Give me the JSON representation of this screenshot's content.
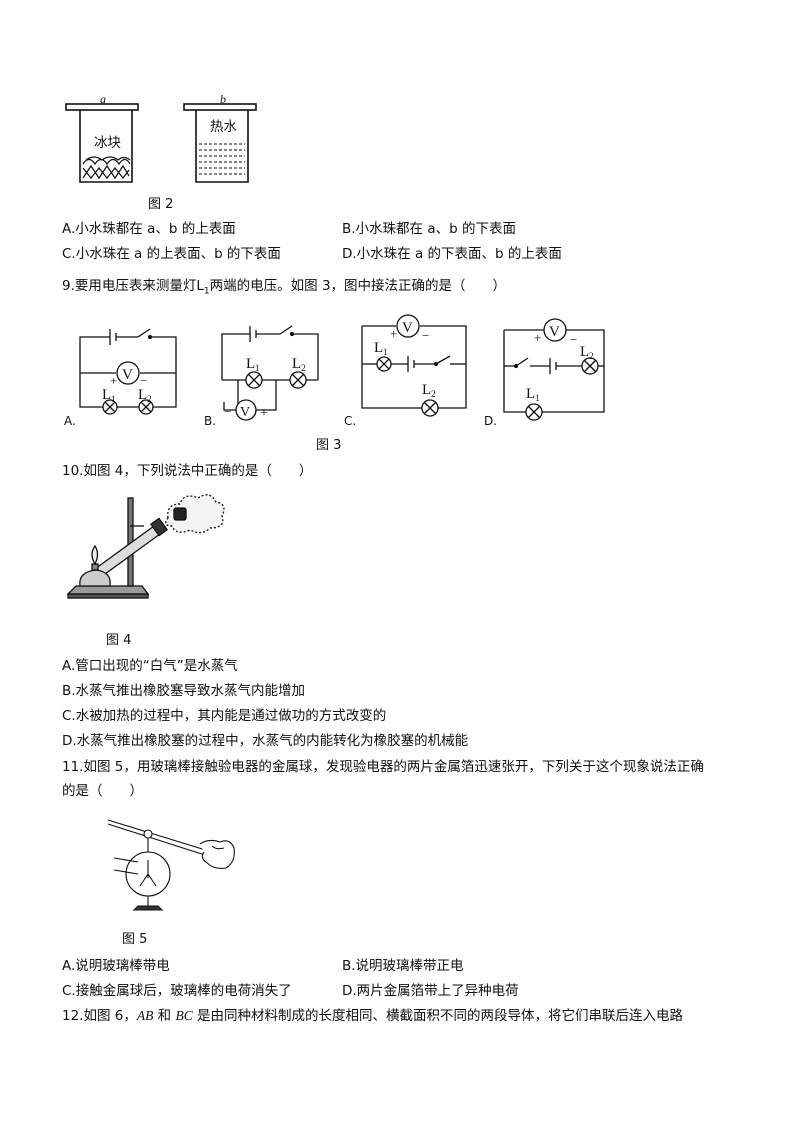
{
  "fig2": {
    "beaker_a_label": "a",
    "beaker_b_label": "b",
    "beaker_a_text": "冰块",
    "beaker_b_text": "热水",
    "caption": "图 2"
  },
  "q8": {
    "options": [
      "A.小水珠都在 a、b 的上表面",
      "B.小水珠都在 a、b 的下表面",
      "C.小水珠在 a 的上表面、b 的下表面",
      "D.小水珠在 a 的下表面、b 的上表面"
    ]
  },
  "q9": {
    "stem": "9.要用电压表来测量灯",
    "lamp": "L",
    "lamp_sub": "1",
    "stem_end": "两端的电压。如图 3，图中接法正确的是（　　）",
    "option_letters": [
      "A.",
      "B.",
      "C.",
      "D."
    ],
    "voltmeter": "V",
    "l1": "L",
    "l1_sub": "1",
    "l2": "L",
    "l2_sub": "2",
    "plus": "+",
    "minus": "−",
    "caption": "图 3"
  },
  "q10": {
    "stem": "10.如图 4，下列说法中正确的是（　　）",
    "caption": "图 4",
    "options": [
      "A.管口出现的“白气”是水蒸气",
      "B.水蒸气推出橡胶塞导致水蒸气内能增加",
      "C.水被加热的过程中，其内能是通过做功的方式改变的",
      "D.水蒸气推出橡胶塞的过程中，水蒸气的内能转化为橡胶塞的机械能"
    ]
  },
  "q11": {
    "stem_line1": "11.如图 5，用玻璃棒接触验电器的金属球，发现验电器的两片金属箔迅速张开，下列关于这个现象说法正确",
    "stem_line2": "的是（　　）",
    "caption": "图 5",
    "options": [
      "A.说明玻璃棒带电",
      "B.说明玻璃棒带正电",
      "C.接触金属球后，玻璃棒的电荷消失了",
      "D.两片金属箔带上了异种电荷"
    ]
  },
  "q12": {
    "prefix": "12.如图 6，",
    "ab": "AB",
    "and": " 和 ",
    "bc": "BC",
    "rest": " 是由同种材料制成的长度相同、横截面积不同的两段导体，将它们串联后连入电路"
  }
}
